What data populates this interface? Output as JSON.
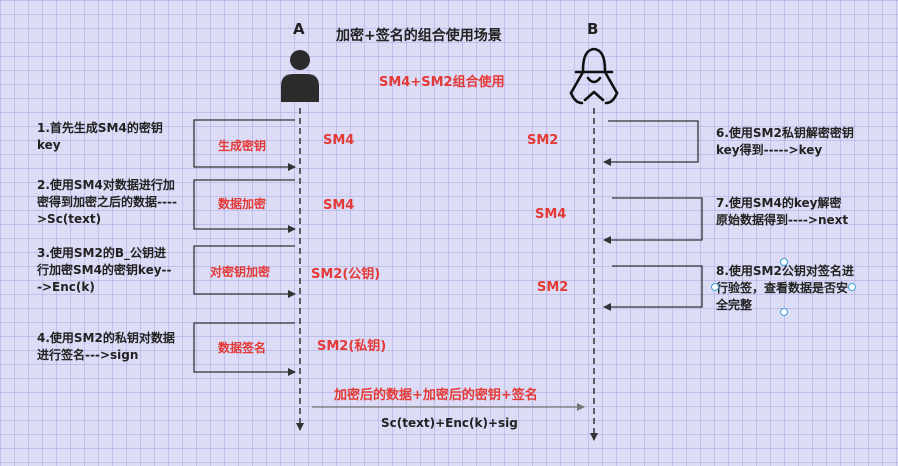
{
  "title": "加密+签名的组合使用场景",
  "actors": {
    "a": "A",
    "b": "B"
  },
  "subtitle": "SM4+SM2组合使用",
  "left_steps": [
    "1.首先生成SM4的密钥key",
    "2.使用SM4对数据进行加密得到加密之后的数据---->Sc(text)",
    "3.使用SM2的B_公钥进行加密SM4的密钥key--->Enc(k)",
    "4.使用SM2的私钥对数据进行签名--->sign"
  ],
  "left_actions": [
    "生成密钥",
    "数据加密",
    "对密钥加密",
    "数据签名"
  ],
  "left_algos": [
    "SM4",
    "SM4",
    "SM2(公钥)",
    "SM2(私钥)"
  ],
  "right_algos": [
    "SM2",
    "SM4",
    "SM2"
  ],
  "right_steps": [
    "6.使用SM2私钥解密密钥key得到----->key",
    "7.使用SM4的key解密原始数据得到---->next",
    "8.使用SM2公钥对签名进行验签，查看数据是否安全完整"
  ],
  "message": {
    "label": "加密后的数据+加密后的密钥+签名",
    "formula": "Sc(text)+Enc(k)+sig"
  },
  "colors": {
    "accent": "#e53935",
    "line": "#333333",
    "background": "#dcdcf6",
    "selection": "#3ba3d9"
  }
}
